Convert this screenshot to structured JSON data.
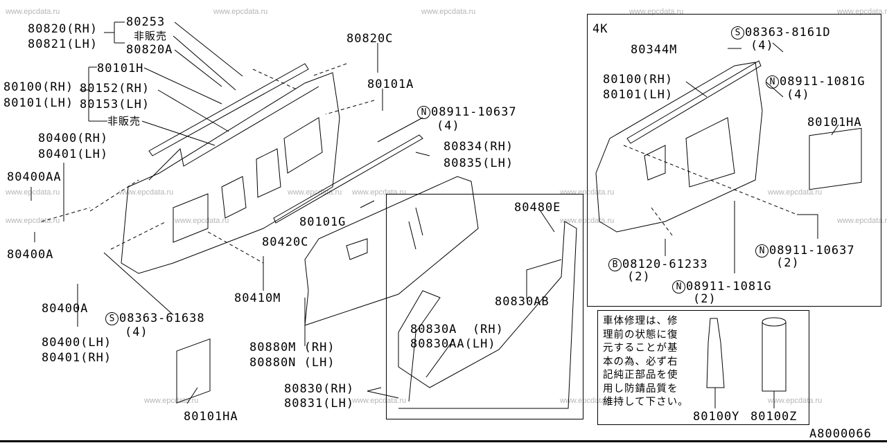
{
  "watermark": "www.epcdata.ru",
  "labels": {
    "p80820rh": "80820(RH)",
    "p80821lh": "80821(LH)",
    "p80253": "80253",
    "hihanbai1": "非販売",
    "p80820a": "80820A",
    "p80820c": "80820C",
    "p80101h": "80101H",
    "p80100rh": "80100(RH)",
    "p80101lh": "80101(LH)",
    "p80152rh": "80152(RH)",
    "p80153lh": "80153(LH)",
    "hihanbai2": "非販売",
    "p80101a": "80101A",
    "n0891110637": "08911-10637",
    "q4a": "(4)",
    "p80400rh": "80400(RH)",
    "p80401lh": "80401(LH)",
    "p80834rh": "80834(RH)",
    "p80835lh": "80835(LH)",
    "p80400aa": "80400AA",
    "p80101g": "80101G",
    "p80400a1": "80400A",
    "p80420c": "80420C",
    "p80410m": "80410M",
    "s0836361638": "08363-61638",
    "q4b": "(4)",
    "p80400a2": "80400A",
    "p80400lh": "80400(LH)",
    "p80401rh": "80401(RH)",
    "p80880m": "80880M (RH)",
    "p80880n": "80880N (LH)",
    "p80101ha1": "80101HA",
    "p80830rh": "80830(RH)",
    "p80831lh": "80831(LH)",
    "p80480e": "80480E",
    "p80830ab": "80830AB",
    "p80830a": "80830A  (RH)",
    "p80830aa": "80830AA(LH)",
    "k4": "4K",
    "s083638161d": "08363-8161D",
    "q4c": "(4)",
    "p80344m": "80344M",
    "r80100rh": "80100(RH)",
    "r80101lh": "80101(LH)",
    "n089111081g1": "08911-1081G",
    "q4d": "(4)",
    "p80101ha2": "80101HA",
    "n0891110637b": "08911-10637",
    "q2a": "(2)",
    "b0812061233": "08120-61233",
    "q2b": "(2)",
    "n089111081g2": "08911-1081G",
    "q2c": "(2)",
    "p80100y": "80100Y",
    "p80100z": "80100Z",
    "diagram_id": "A8000066"
  },
  "circle_marks": {
    "n": "N",
    "s": "S",
    "b": "B"
  },
  "note": "車体修理は、修\n理前の状態に復\n元することが基\n本の為、必ず右\n記純正部品を使\n用し防錆品質を\n維持して下さい。"
}
